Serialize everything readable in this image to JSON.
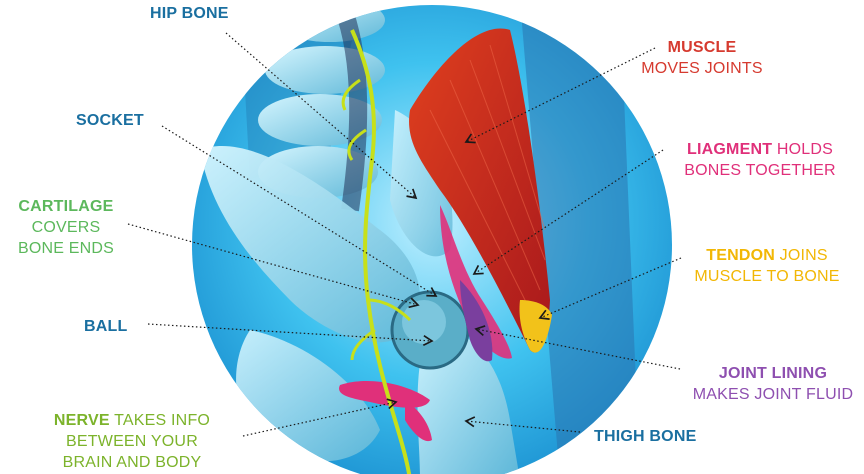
{
  "colors": {
    "blue": "#1a6fa0",
    "green": "#5cb85c",
    "red": "#d63a2f",
    "pink": "#e0307a",
    "yellow": "#f2b705",
    "purple": "#8e4fb0",
    "olive_green": "#7cb32b"
  },
  "labels": {
    "hip_bone": {
      "bold": "HIP BONE",
      "rest": ""
    },
    "socket": {
      "bold": "SOCKET",
      "rest": ""
    },
    "cartilage": {
      "bold": "CARTILAGE",
      "line2": "COVERS",
      "line3": "BONE ENDS"
    },
    "ball": {
      "bold": "BALL",
      "rest": ""
    },
    "nerve": {
      "bold": "NERVE",
      "rest": " TAKES INFO",
      "line2": "BETWEEN YOUR",
      "line3": "BRAIN AND BODY"
    },
    "muscle": {
      "bold": "MUSCLE",
      "line2": "MOVES JOINTS"
    },
    "ligament": {
      "bold": "LIAGMENT",
      "rest": " HOLDS",
      "line2": "BONES TOGETHER"
    },
    "tendon": {
      "bold": "TENDON",
      "rest": " JOINS",
      "line2": "MUSCLE TO BONE"
    },
    "joint_lining": {
      "bold": "JOINT LINING",
      "line2": "MAKES JOINT FLUID"
    },
    "thigh_bone": {
      "bold": "THIGH BONE",
      "rest": ""
    }
  },
  "icons": [
    "hip-anatomy-illustration",
    "leader-arrows"
  ]
}
